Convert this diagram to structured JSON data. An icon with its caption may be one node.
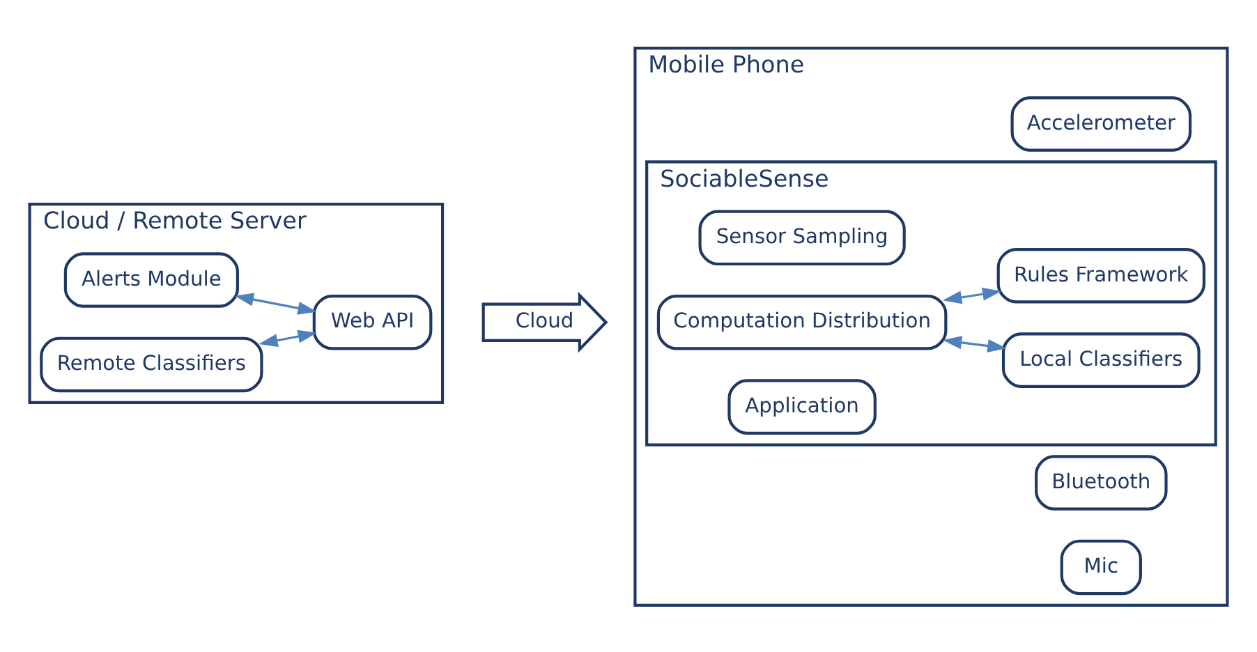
{
  "diagram": {
    "nodes": [
      {
        "text": [
          "Cloud / Remote Server"
        ]
      },
      {
        "text": [
          "Alerts Module"
        ],
        "in": 0
      },
      {
        "text": [
          "Remote Classifiers"
        ],
        "in": 0
      },
      {
        "text": [
          "Web API"
        ],
        "in": 0
      },
      {
        "text": [
          "Cloud"
        ]
      },
      {
        "text": [
          "Mobile Phone"
        ]
      },
      {
        "text": [
          "SociableSense"
        ],
        "in": 5
      },
      {
        "text": [
          "Application"
        ],
        "in": 6
      },
      {
        "text": [
          "Computation Distribution"
        ],
        "in": 6
      },
      {
        "text": [
          "Sensor Sampling"
        ],
        "in": 6
      },
      {
        "text": [
          "Local Classifiers"
        ],
        "in": 6
      },
      {
        "text": [
          "Rules Framework"
        ],
        "in": 6
      },
      {
        "text": [
          "Accelerometer"
        ],
        "in": 5
      },
      {
        "text": [
          "Bluetooth"
        ],
        "in": 5
      },
      {
        "text": [
          "Mic"
        ],
        "in": 5
      }
    ],
    "edges": [
      {
        "from": 1,
        "to": 3,
        "arrow": "both"
      },
      {
        "from": 2,
        "to": 3,
        "arrow": "both"
      },
      {
        "from": 8,
        "to": 10,
        "arrow": "both"
      },
      {
        "from": 8,
        "to": 11,
        "arrow": "both"
      }
    ]
  }
}
